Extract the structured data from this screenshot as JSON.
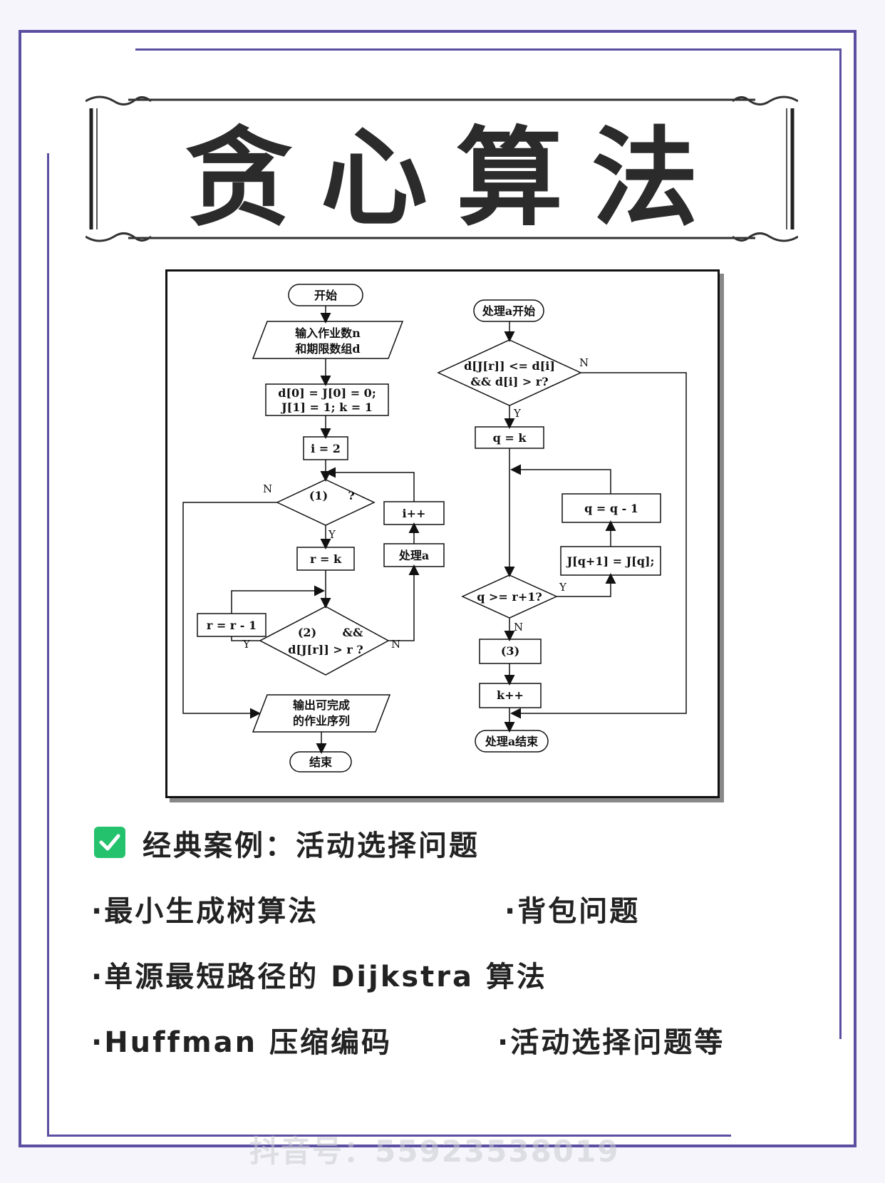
{
  "title": "贪心算法",
  "flowchart": {
    "left": {
      "start": "开始",
      "input_1": "输入作业数n",
      "input_2": "和期限数组d",
      "init_1": "d[0] = J[0] = 0;",
      "init_2": "J[1] = 1; k = 1",
      "i_init": "i = 2",
      "cond1_label": "(1)",
      "cond1_q": "?",
      "r_eq_k": "r = k",
      "r_minus": "r = r - 1",
      "cond2_label": "(2)",
      "cond2_and": "&&",
      "cond2_expr": "d[J[r]] > r ?",
      "i_inc": "i++",
      "process_a": "处理a",
      "output_1": "输出可完成",
      "output_2": "的作业序列",
      "end": "结束"
    },
    "right": {
      "start": "处理a开始",
      "cond_1": "d[J[r]] <= d[i]",
      "cond_2": "&& d[i] > r?",
      "q_eq_k": "q = k",
      "q_minus": "q = q - 1",
      "shift": "J[q+1] = J[q];",
      "cond_q": "q >= r+1?",
      "step3": "(3)",
      "k_inc": "k++",
      "end": "处理a结束"
    },
    "labels": {
      "yes": "Y",
      "no": "N"
    }
  },
  "cases": {
    "heading": "经典案例：活动选择问题",
    "item_1": "·最小生成树算法",
    "item_2": "·背包问题",
    "item_3": "·单源最短路径的 Dijkstra 算法",
    "item_4": "·Huffman 压缩编码",
    "item_5": "·活动选择问题等"
  },
  "watermark": "抖音号：55923538019",
  "colors": {
    "frame": "#5a4fa0",
    "check": "#25c26e",
    "text": "#222222"
  }
}
